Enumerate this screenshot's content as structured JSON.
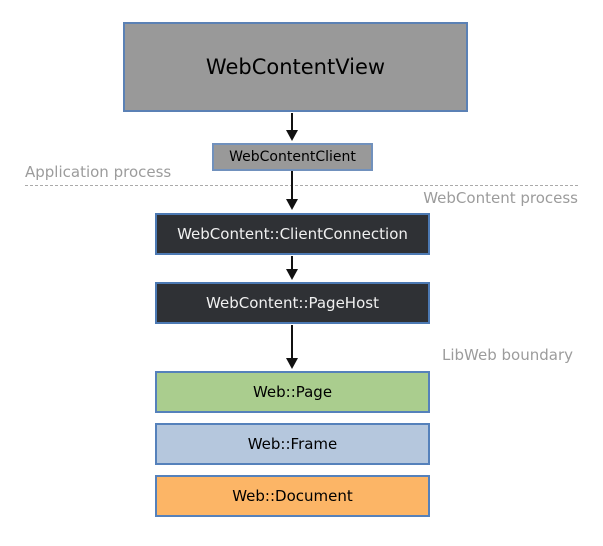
{
  "diagram": {
    "title": "WebContent process architecture diagram",
    "nodes": [
      {
        "id": "web-content-view",
        "label": "WebContentView",
        "fill": "#999999",
        "text_color": "#000000"
      },
      {
        "id": "web-content-client",
        "label": "WebContentClient",
        "fill": "#999999",
        "text_color": "#000000"
      },
      {
        "id": "client-connection",
        "label": "WebContent::ClientConnection",
        "fill": "#2f3135",
        "text_color": "#f0f0f0"
      },
      {
        "id": "page-host",
        "label": "WebContent::PageHost",
        "fill": "#2f3135",
        "text_color": "#f0f0f0"
      },
      {
        "id": "web-page",
        "label": "Web::Page",
        "fill": "#aacd8e",
        "text_color": "#000000"
      },
      {
        "id": "web-frame",
        "label": "Web::Frame",
        "fill": "#b5c7dd",
        "text_color": "#000000"
      },
      {
        "id": "web-document",
        "label": "Web::Document",
        "fill": "#fcb566",
        "text_color": "#000000"
      }
    ],
    "edges": [
      {
        "from": "web-content-view",
        "to": "web-content-client"
      },
      {
        "from": "web-content-client",
        "to": "client-connection"
      },
      {
        "from": "client-connection",
        "to": "page-host"
      },
      {
        "from": "page-host",
        "to": "web-page"
      }
    ],
    "labels": {
      "application_process": "Application process",
      "webcontent_process": "WebContent process",
      "libweb_boundary": "LibWeb boundary"
    },
    "colors": {
      "box_border_blue": "#5b81b5",
      "dark_box_fill": "#2f3135",
      "gray_box_fill": "#999999",
      "green_box_fill": "#aacd8e",
      "blue_box_fill": "#b5c7dd",
      "orange_box_fill": "#fcb566",
      "zone_label_gray": "#9c9c9c",
      "dashed_line": "#aaaaaa",
      "arrow": "#111111",
      "background": "#ffffff"
    }
  }
}
